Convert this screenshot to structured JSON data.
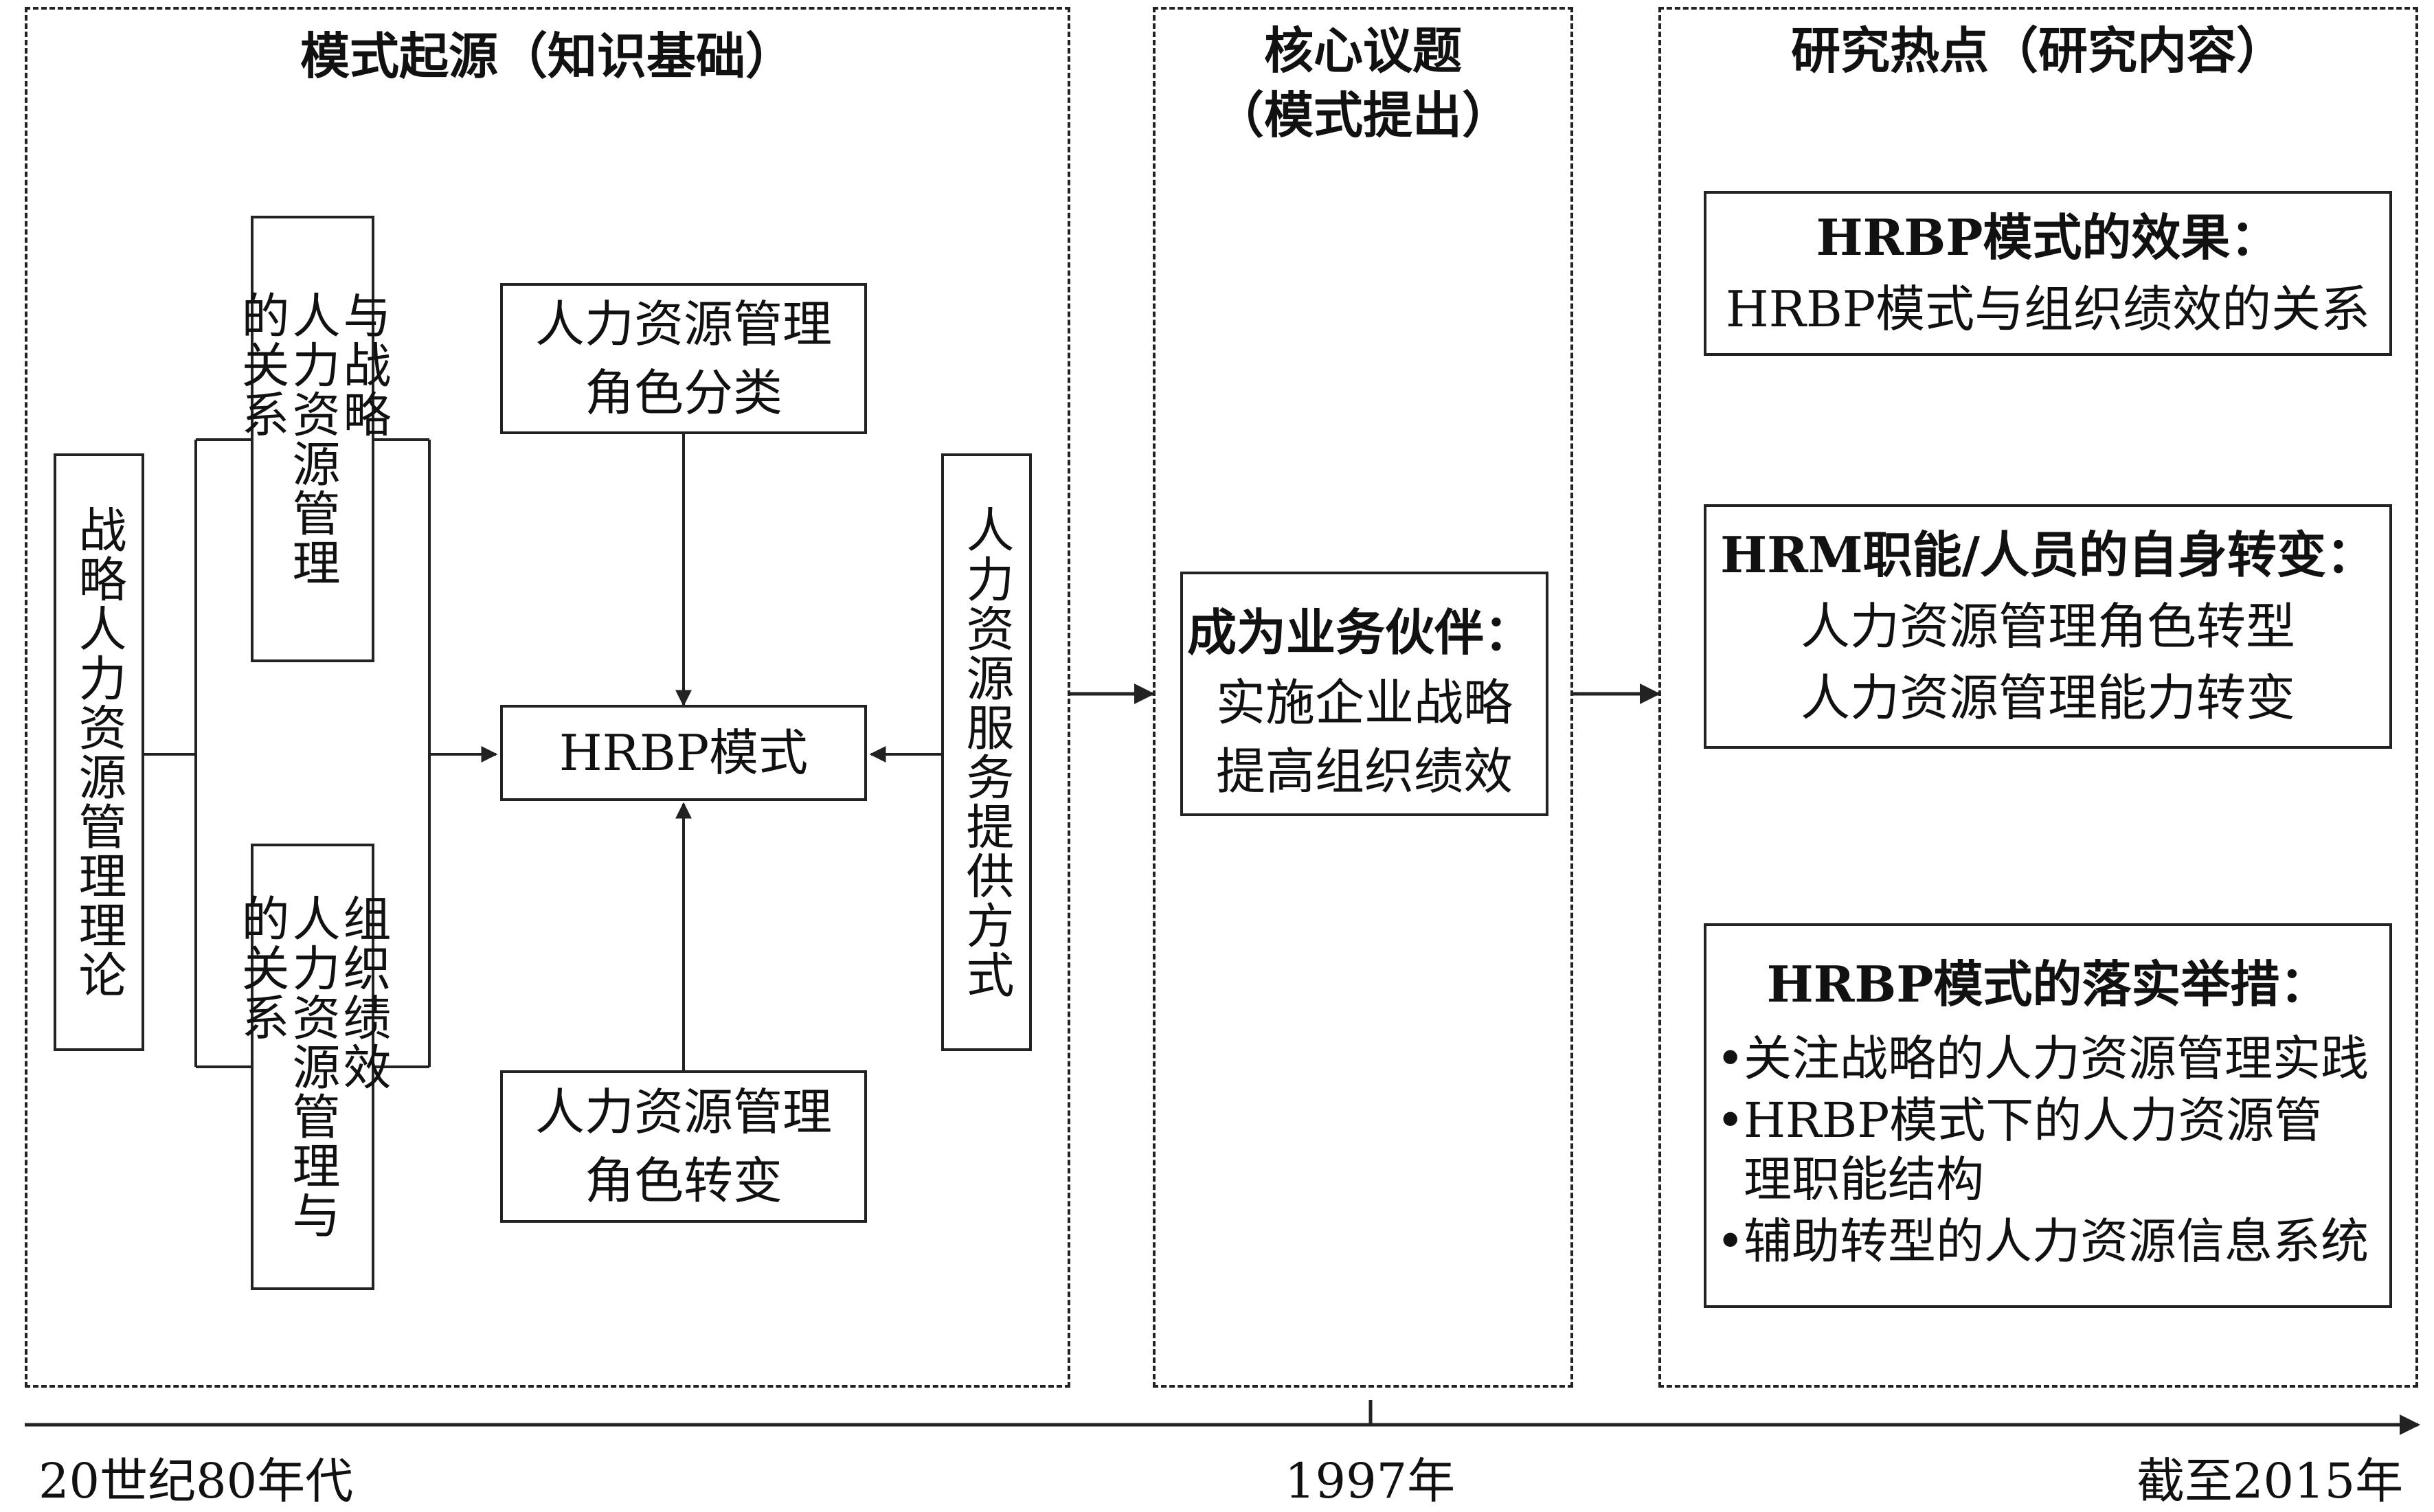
{
  "panels": {
    "origin_title": "模式起源（知识基础）",
    "core_title_line1": "核心议题",
    "core_title_line2": "（模式提出）",
    "hotspot_title": "研究热点（研究内容）"
  },
  "origin": {
    "strategic_hrm": "战略人力资源管理理论",
    "strategy_hr_relation": "与战略\n人力资源管理\n的关系",
    "org_perf_relation": "组织绩效\n人力资源管理与\n的关系",
    "role_classification_l1": "人力资源管理",
    "role_classification_l2": "角色分类",
    "hrbp_model": "HRBP模式",
    "role_change_l1": "人力资源管理",
    "role_change_l2": "角色转变",
    "service_delivery": "人力资源服务提供方式"
  },
  "core": {
    "heading": "成为业务伙伴：",
    "line1": "实施企业战略",
    "line2": "提高组织绩效"
  },
  "hotspots": {
    "effect_title": "HRBP模式的效果：",
    "effect_body": "HRBP模式与组织绩效的关系",
    "transform_title": "HRM职能/人员的自身转变：",
    "transform_line1": "人力资源管理角色转型",
    "transform_line2": "人力资源管理能力转变",
    "measures_title": "HRBP模式的落实举措：",
    "measures": [
      "关注战略的人力资源管理实践",
      "HRBP模式下的人力资源管理职能结构",
      "辅助转型的人力资源信息系统"
    ],
    "bullet": "•"
  },
  "timeline": {
    "start": "20世纪80年代",
    "middle": "1997年",
    "end": "截至2015年"
  }
}
